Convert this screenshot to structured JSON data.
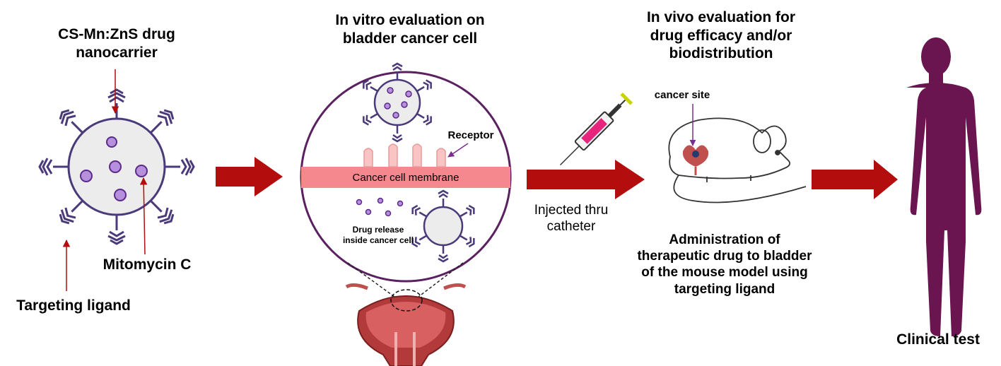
{
  "stage1": {
    "title_line1": "CS-Mn:ZnS drug",
    "title_line2": "nanocarrier",
    "label_mitomycin": "Mitomycin C",
    "label_ligand": "Targeting ligand"
  },
  "stage2": {
    "title_line1": "In vitro evaluation on",
    "title_line2": "bladder cancer cell",
    "label_receptor": "Receptor",
    "label_membrane": "Cancer cell membrane",
    "label_release_line1": "Drug release",
    "label_release_line2": "inside cancer cell"
  },
  "stage3": {
    "label_injected_line1": "Injected thru",
    "label_injected_line2": "catheter"
  },
  "stage4": {
    "title_line1": "In vivo evaluation for",
    "title_line2": "drug efficacy and/or",
    "title_line3": "biodistribution",
    "label_cancer_site": "cancer site",
    "caption_line1": "Administration of",
    "caption_line2": "therapeutic drug to bladder",
    "caption_line3": "of the mouse model using",
    "caption_line4": "targeting ligand"
  },
  "stage5": {
    "label": "Clinical test"
  },
  "colors": {
    "flow_arrow": "#b30d0d",
    "ligand": "#4b3a7a",
    "drug": "#b690dc",
    "membrane": "#f4888e",
    "human": "#6a1550",
    "circle_border": "#5a2060"
  }
}
